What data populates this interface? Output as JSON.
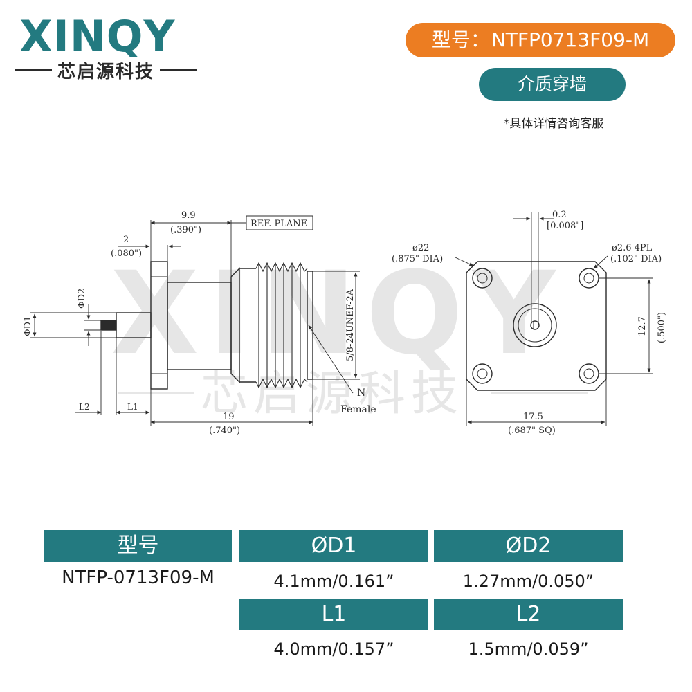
{
  "brand": {
    "logo_text": "XINQY",
    "tagline": "芯启源科技",
    "color_teal": "#237a80",
    "color_gray": "#3a3a3a"
  },
  "header": {
    "model_label": "型号：",
    "model_value": "NTFP0713F09-M",
    "type_label": "介质穿墙",
    "note": "*具体详情咨询客服",
    "accent_orange": "#ec7d22",
    "accent_teal": "#237a80"
  },
  "watermark": {
    "logo_text": "XINQY",
    "tagline": "芯启源科技"
  },
  "drawing": {
    "side_view": {
      "dim_9_9": "9.9",
      "dim_9_9_in": "(.390\")",
      "ref_plane": "REF. PLANE",
      "dim_2": "2",
      "dim_2_in": "(.080\")",
      "phi_d2": "ΦD2",
      "phi_d1": "ΦD1",
      "thread": "5/8-24UNEF-2A",
      "n_label": "N",
      "female_label": "Female",
      "l2": "L2",
      "l1": "L1",
      "dim_19": "19",
      "dim_19_in": "(.740\")"
    },
    "front_view": {
      "dim_0_2": "0.2",
      "dim_0_2_in": "[0.008\"]",
      "dia_22": "ø22",
      "dia_22_in": "(.875\"  DIA)",
      "hole": "ø2.6  4PL",
      "hole_in": "(.102\"  DIA)",
      "dim_12_7": "12.7",
      "dim_12_7_in": "(.500\")",
      "dim_17_5": "17.5",
      "dim_17_5_in": "(.687\"   SQ)"
    }
  },
  "spec_table": {
    "headers": {
      "model": "型号",
      "d1": "ØD1",
      "d2": "ØD2",
      "l1": "L1",
      "l2": "L2"
    },
    "values": {
      "model": "NTFP-0713F09-M",
      "d1": "4.1mm/0.161”",
      "d2": "1.27mm/0.050”",
      "l1": "4.0mm/0.157”",
      "l2": "1.5mm/0.059”"
    }
  }
}
